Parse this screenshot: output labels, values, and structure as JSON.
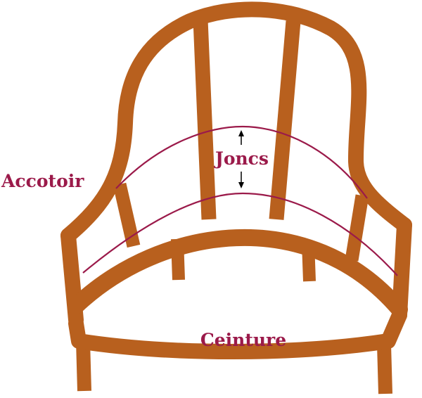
{
  "labels": {
    "accotoir": "Accotoir",
    "joncs": "Joncs",
    "ceinture": "Ceinture"
  },
  "colors": {
    "frame": "#b8601e",
    "jonc": "#9b1a4a",
    "label": "#9b1a4a",
    "arrow": "#000000"
  }
}
